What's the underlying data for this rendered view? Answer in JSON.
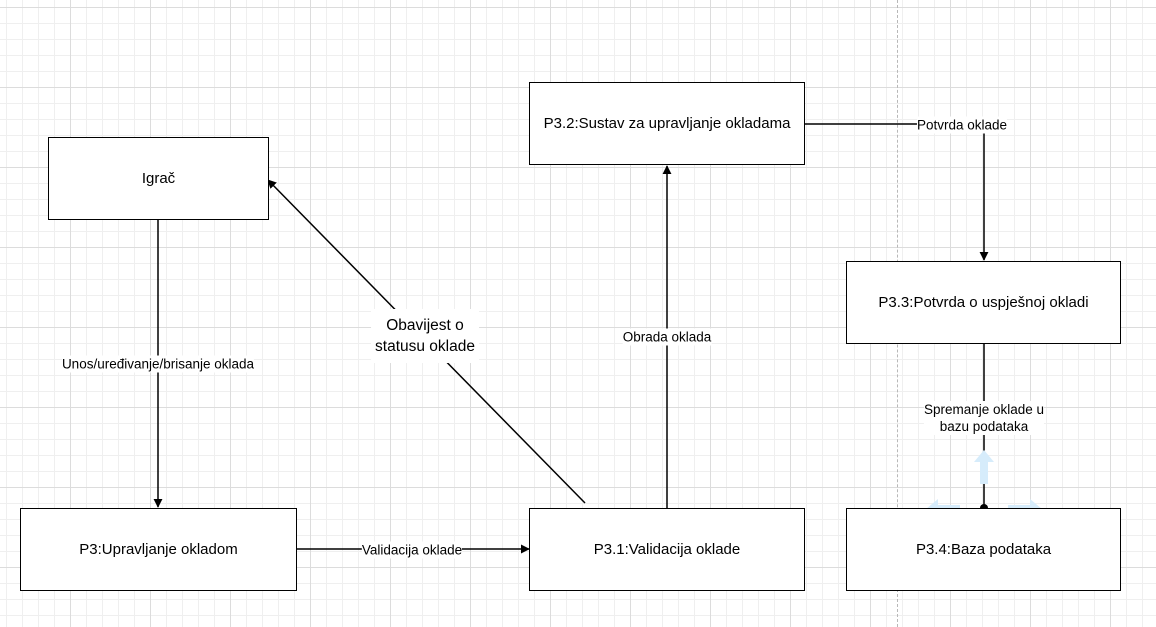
{
  "nodes": {
    "igrac": "Igrač",
    "p3": "P3:Upravljanje okladom",
    "p31": "P3.1:Validacija oklade",
    "p32": "P3.2:Sustav za upravljanje okladama",
    "p33": "P3.3:Potvrda o uspješnoj okladi",
    "p34": "P3.4:Baza podataka"
  },
  "edges": {
    "unos": "Unos/uređivanje/brisanje oklada",
    "validacija": "Validacija oklade",
    "obavijest_line1": "Obavijest o",
    "obavijest_line2": "statusu oklade",
    "obrada": "Obrada oklada",
    "potvrda": "Potvrda oklade",
    "spremanje_line1": "Spremanje oklade u",
    "spremanje_line2": "bazu podataka"
  },
  "colors": {
    "stroke": "#000000",
    "grid": "#dcdcdc",
    "handle": "#d6ecfb"
  }
}
